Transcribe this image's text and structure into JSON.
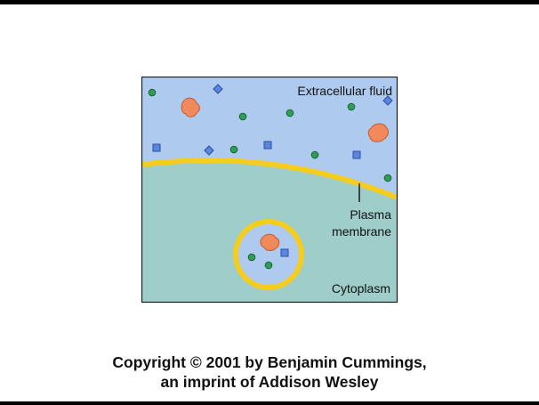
{
  "diagram": {
    "labels": {
      "extracellular": "Extracellular fluid",
      "plasma_line1": "Plasma",
      "plasma_line2": "membrane",
      "cytoplasm": "Cytoplasm"
    },
    "colors": {
      "extracellular_fill": "#aecbef",
      "cytoplasm_fill": "#9ecdca",
      "membrane": "#f4cd1e",
      "outline": "#1a1a1a",
      "green_particle": "#2e9e55",
      "blue_square": "#5b86e0",
      "blue_diamond": "#5b86e0",
      "orange_blob": "#f08a5d"
    },
    "particle_types": [
      "green-circle-icon",
      "blue-square-icon",
      "blue-diamond-icon",
      "orange-protein-icon"
    ]
  },
  "footer": {
    "line1": "Copyright © 2001 by Benjamin Cummings,",
    "line2": "an imprint of Addison Wesley"
  }
}
